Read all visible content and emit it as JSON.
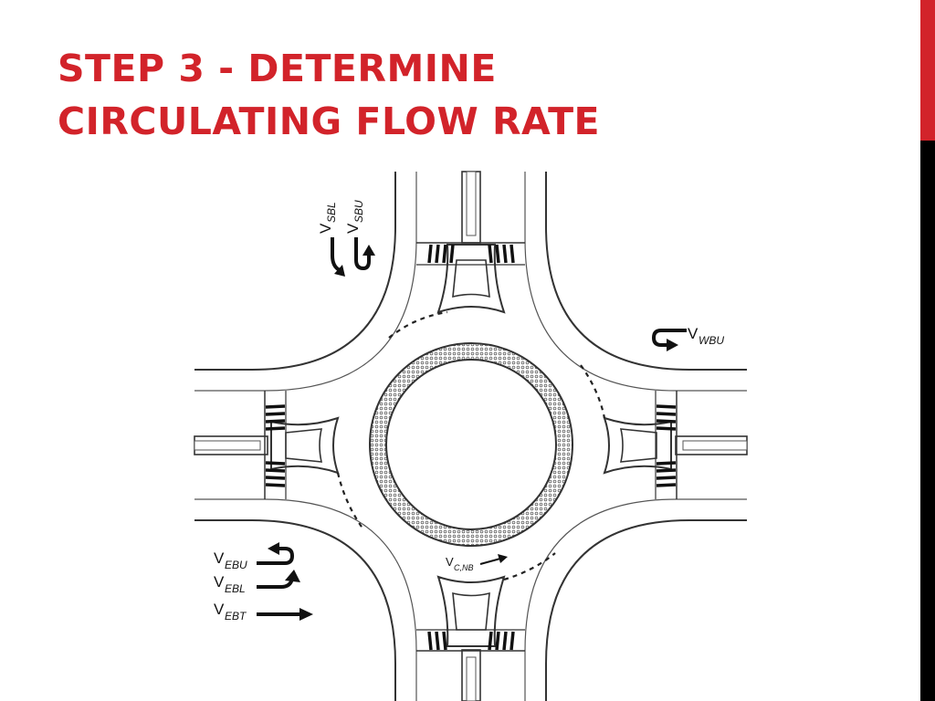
{
  "slide": {
    "title_line1": "STEP 3 - DETERMINE",
    "title_line2": "CIRCULATING FLOW RATE"
  },
  "colors": {
    "accent": "#d2232a",
    "side_bar_lower": "#000000",
    "line_art": "#333333"
  },
  "diagram": {
    "labels": {
      "sbl": {
        "main": "V",
        "sub": "SBL"
      },
      "sbu": {
        "main": "V",
        "sub": "SBU"
      },
      "wbu": {
        "main": "V",
        "sub": "WBU"
      },
      "ebu": {
        "main": "V",
        "sub": "EBU"
      },
      "ebl": {
        "main": "V",
        "sub": "EBL"
      },
      "ebt": {
        "main": "V",
        "sub": "EBT"
      },
      "cnb": {
        "main": "V",
        "sub": "C,NB"
      }
    },
    "icons": [
      "left-turn-arrow-icon",
      "u-turn-arrow-icon",
      "through-arrow-icon"
    ]
  }
}
